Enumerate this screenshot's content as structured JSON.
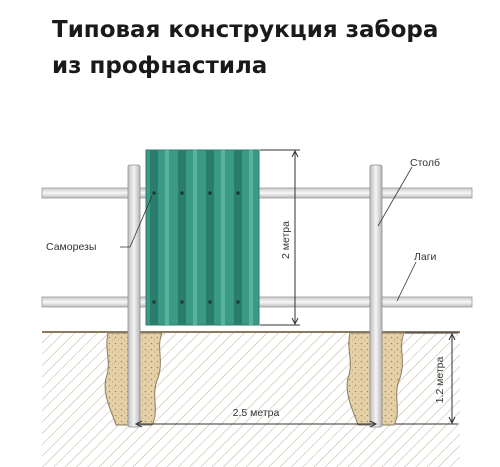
{
  "title": {
    "line1": "Типовая конструкция забора",
    "line2": "из профнастила"
  },
  "labels": {
    "post": "Столб",
    "screws": "Саморезы",
    "rails": "Лаги",
    "height": "2 метра",
    "span": "2.5 метра",
    "depth": "1.2 метра"
  },
  "colors": {
    "sheet": "#3a9a86",
    "sheet_rib": "#2a7d6c",
    "post": "#dcdcdc",
    "rail": "#e6e6e6",
    "soil": "#e8dccb",
    "concrete": "#e6d1a6"
  }
}
